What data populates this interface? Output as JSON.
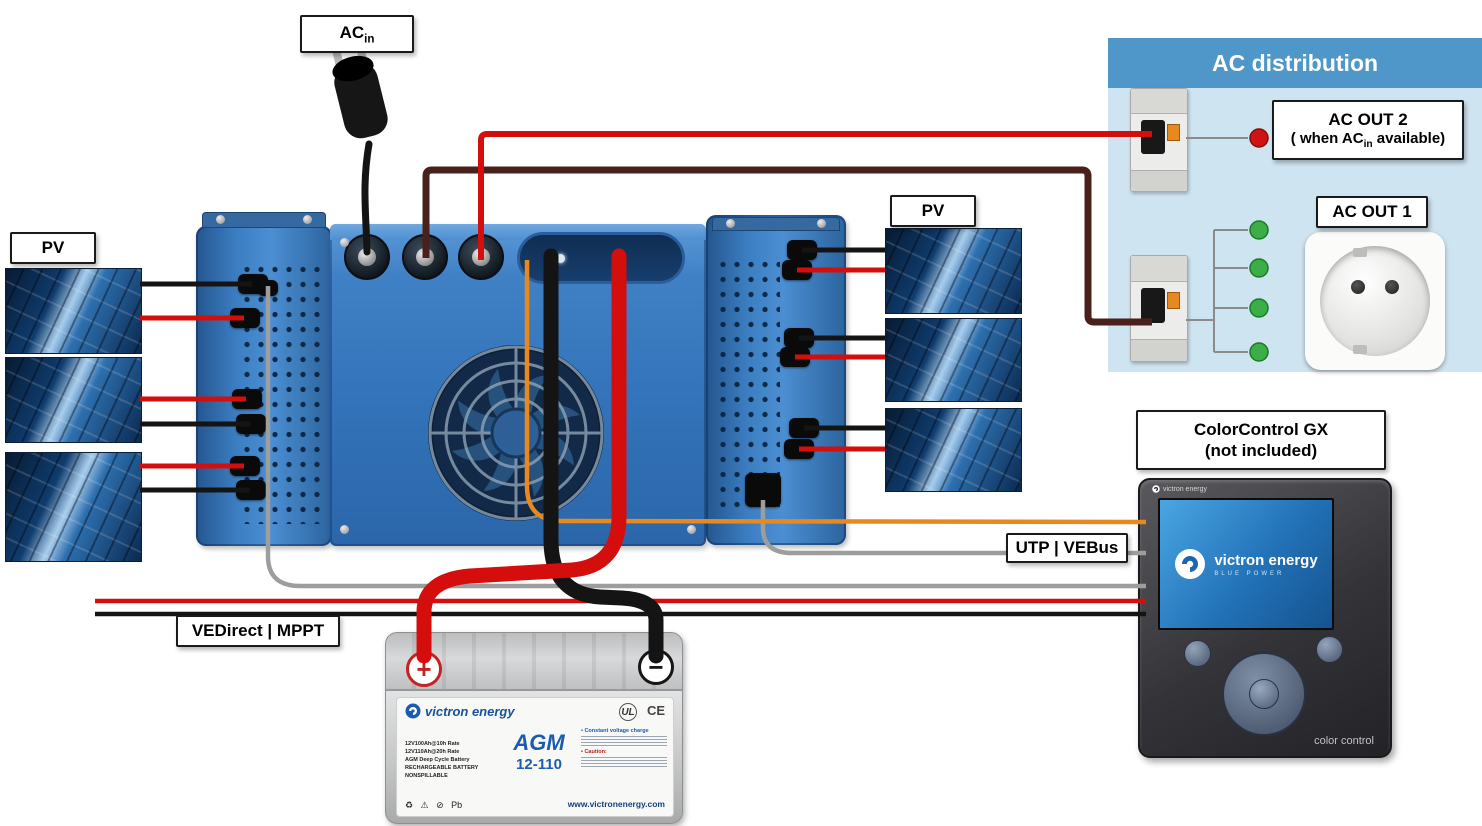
{
  "colors": {
    "wire_red": "#d40d0d",
    "wire_black": "#141414",
    "wire_brown": "#4a201b",
    "wire_orange": "#e8891f",
    "wire_grey": "#9d9d9d",
    "connector_grey": "#8a8a8a",
    "green_dot": "#3cae47",
    "red_dot": "#cc1414",
    "panel_header_blue": "#4f97c8",
    "unit_blue": "#3676bb",
    "brand_blue": "#1b5cae"
  },
  "labels": {
    "ac_in_main": "AC",
    "ac_in_sub": "in",
    "pv_left": "PV",
    "pv_right": "PV",
    "vedirect_mppt": "VEDirect | MPPT",
    "utp_vebus": "UTP | VEBus",
    "colorcontrol_line1": "ColorControl GX",
    "colorcontrol_line2": "(not included)"
  },
  "ac_distribution": {
    "title": "AC distribution",
    "ac_out2_line1": "AC OUT 2",
    "ac_out2_l2a": "( when AC",
    "ac_out2_l2sub": "in",
    "ac_out2_l2b": " available)",
    "ac_out1": "AC OUT 1"
  },
  "ccgx": {
    "brand_top": "victron energy",
    "screen_brand": "victron energy",
    "screen_tagline": "BLUE POWER",
    "bottom_label": "color control"
  },
  "battery": {
    "brand": "victron energy",
    "plus": "+",
    "minus": "−",
    "model": "AGM",
    "model_number": "12-110",
    "specs": [
      "12V100Ah@10h Rate",
      "12V110Ah@20h Rate",
      "AGM Deep Cycle Battery",
      "RECHARGEABLE BATTERY",
      "NONSPILLABLE"
    ],
    "note_charge": "• Constant voltage charge",
    "note_caution": "• Caution:",
    "mark_ul": "UL",
    "mark_ce": "CE",
    "icons": [
      "♻",
      "⚠",
      "⊘",
      "Pb"
    ],
    "website": "www.victronenergy.com"
  }
}
